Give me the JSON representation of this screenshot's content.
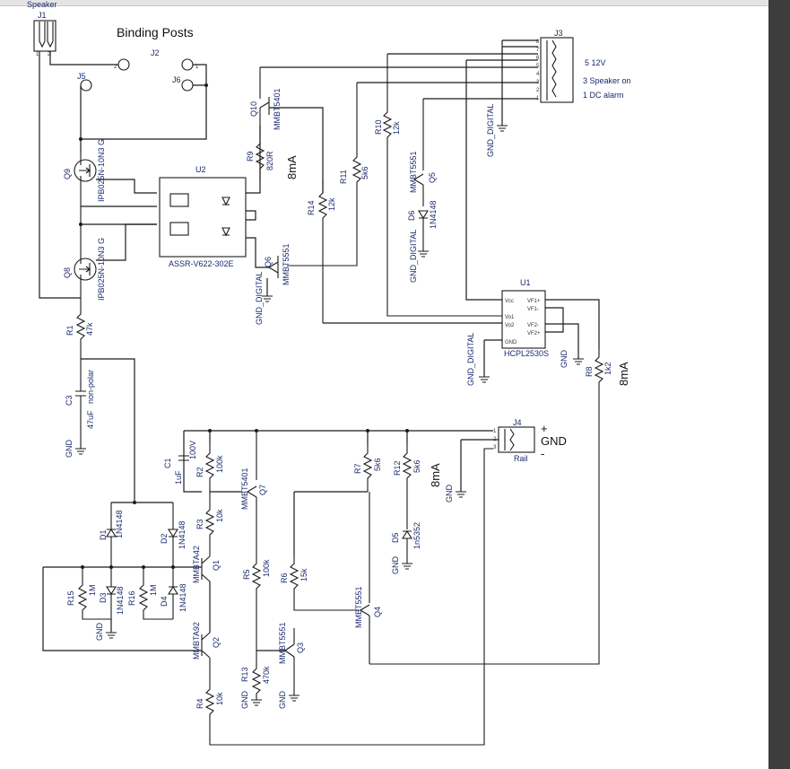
{
  "viewer": {
    "scroll_color": "#3d3d3d",
    "wire_color": "#1a1a1a"
  },
  "header": {
    "speaker_label": "Speaker",
    "title": "Binding Posts"
  },
  "connectors": {
    "j1": "J1",
    "j2": "J2",
    "j3": "J3",
    "j4": "J4",
    "j5": "J5",
    "j6": "J6",
    "j4_name": "Rail",
    "j4_plus": "+",
    "j4_gnd": "GND",
    "j4_minus": "-",
    "j3_notes": [
      "5   12V",
      "3  Speaker on",
      "1  DC alarm"
    ]
  },
  "annotations": {
    "current_a": "8mA",
    "current_b": "8mA",
    "current_c": "8mA"
  },
  "parts": {
    "u1": {
      "ref": "U1",
      "name": "HCPL2530S",
      "pins_left": [
        "Vcc",
        "Vo1",
        "Vo2",
        "GND"
      ],
      "pins_right": [
        "VF1+",
        "VF1-",
        "VF2-",
        "VF2+"
      ]
    },
    "u2": {
      "ref": "U2",
      "name": "ASSR-V622-302E"
    },
    "q1": {
      "ref": "Q1",
      "value": "MMBTA42"
    },
    "q2": {
      "ref": "Q2",
      "value": "MMBTA92"
    },
    "q3": {
      "ref": "Q3",
      "value": "MMBT5551"
    },
    "q4": {
      "ref": "Q4",
      "value": "MMBT5551"
    },
    "q5": {
      "ref": "Q5",
      "value": "MMBT5551"
    },
    "q6": {
      "ref": "Q6",
      "value": "MMBT5551"
    },
    "q7": {
      "ref": "Q7",
      "value": "MMBT5401"
    },
    "q8": {
      "ref": "Q8",
      "value": "IPB025N-10N3 G"
    },
    "q9": {
      "ref": "Q9",
      "value": "IPB025N-10N3 G"
    },
    "q10": {
      "ref": "Q10",
      "value": "MMBT5401"
    },
    "r1": {
      "ref": "R1",
      "value": "47k"
    },
    "r2": {
      "ref": "R2",
      "value": "100k"
    },
    "r3": {
      "ref": "R3",
      "value": "10k"
    },
    "r4": {
      "ref": "R4",
      "value": "10k"
    },
    "r5": {
      "ref": "R5",
      "value": "100k"
    },
    "r6": {
      "ref": "R6",
      "value": "15k"
    },
    "r7": {
      "ref": "R7",
      "value": "5k6"
    },
    "r8": {
      "ref": "R8",
      "value": "1k2"
    },
    "r9": {
      "ref": "R9",
      "value": "820R"
    },
    "r10": {
      "ref": "R10",
      "value": "12k"
    },
    "r11": {
      "ref": "R11",
      "value": "5k6"
    },
    "r12": {
      "ref": "R12",
      "value": "5k6"
    },
    "r13": {
      "ref": "R13",
      "value": "470k"
    },
    "r14": {
      "ref": "R14",
      "value": "12k"
    },
    "r15": {
      "ref": "R15",
      "value": "1M"
    },
    "r16": {
      "ref": "R16",
      "value": "1M"
    },
    "c1": {
      "ref": "C1",
      "value": "1uF",
      "rating": "100V"
    },
    "c3": {
      "ref": "C3",
      "value": "47uF",
      "note": "non-polar"
    },
    "d1": {
      "ref": "D1",
      "value": "1N4148"
    },
    "d2": {
      "ref": "D2",
      "value": "1N4148"
    },
    "d3": {
      "ref": "D3",
      "value": "1N4148"
    },
    "d4": {
      "ref": "D4",
      "value": "1N4148"
    },
    "d5": {
      "ref": "D5",
      "value": "1n5352"
    },
    "d6": {
      "ref": "D6",
      "value": "1N4148"
    }
  },
  "grounds": {
    "gnd": "GND",
    "gnd_digital": "GND_DIGITAL"
  }
}
